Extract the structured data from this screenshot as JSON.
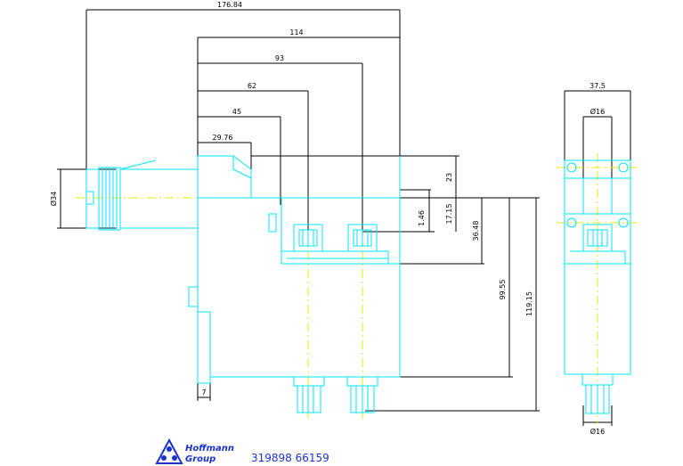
{
  "dimensions": {
    "overall_length": "176.84",
    "d114": "114",
    "d93": "93",
    "d62": "62",
    "d45": "45",
    "d29": "29.76",
    "diameter_left": "Ø34",
    "h23": "23",
    "h1_46": "1.46",
    "h17_15": "17.15",
    "h36_48": "36.48",
    "h99_55": "99.55",
    "h119_15": "119.15",
    "w7": "7",
    "side_width": "37.5",
    "side_dia_top": "Ø16",
    "side_dia_bottom": "Ø16"
  },
  "footer": {
    "logo_line1": "Hoffmann",
    "logo_line2": "Group",
    "part_number": "319898 66159"
  },
  "colors": {
    "outline": "#00e5ff",
    "dimension": "#000000",
    "centerline": "#e8e800",
    "logo": "#1a33cc"
  }
}
